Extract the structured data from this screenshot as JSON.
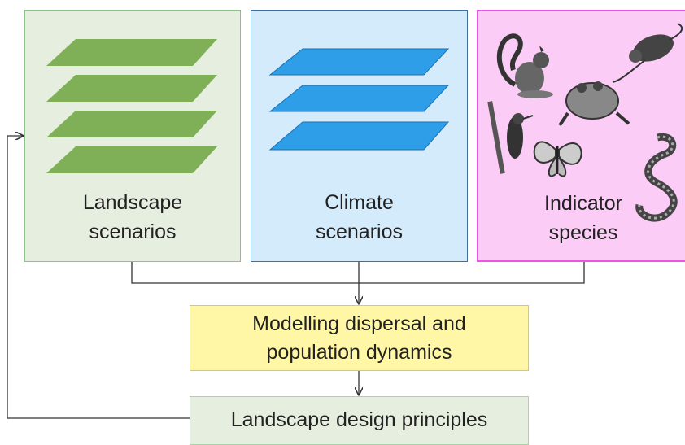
{
  "diagram": {
    "landscape_box": {
      "title": "Landscape\nscenarios"
    },
    "climate_box": {
      "title": "Climate\nscenarios"
    },
    "species_box": {
      "title": "Indicator\nspecies"
    },
    "modelling_box": {
      "title": "Modelling dispersal and\npopulation dynamics"
    },
    "design_box": {
      "title": "Landscape design principles"
    }
  },
  "colors": {
    "landscape_fill": "#e6efdf",
    "landscape_layer": "#7faf57",
    "climate_fill": "#d3ebfb",
    "climate_layer": "#2f9ee9",
    "species_fill": "#fbcdf6",
    "species_border": "#ee52e9",
    "modelling_fill": "#fff7a6",
    "connector": "#333333"
  },
  "icons": [
    "squirrel-icon",
    "rat-icon",
    "frog-icon",
    "woodpecker-icon",
    "butterfly-icon",
    "snake-icon"
  ]
}
